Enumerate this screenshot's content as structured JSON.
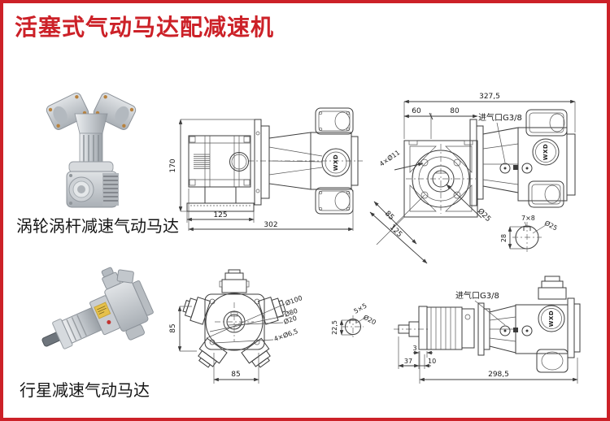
{
  "header": {
    "title": "活塞式气动马达配减速机"
  },
  "colors": {
    "accent": "#cc2128",
    "drawing_line": "#3c3c3c"
  },
  "products": {
    "worm": {
      "caption": "涡轮涡杆减速气动马达",
      "photo": "worm-gear-motor-photo"
    },
    "planet": {
      "caption": "行星减速气动马达",
      "photo": "planetary-motor-photo"
    }
  },
  "drawings": {
    "worm_side": {
      "height": "170",
      "base_width": "125",
      "overall_length": "302",
      "logo": "WXD"
    },
    "worm_top": {
      "overall_length": "327,5",
      "seg_a": "60",
      "seg_b": "80",
      "port": "进气口G3/8",
      "holes": "4×Ø11",
      "diag_inner": "85",
      "diag_outer": "125",
      "shaft_dia": "Ø25",
      "shaft_flat": "28",
      "keyway": "7×8",
      "key_dia": "Ø25",
      "logo": "WXD"
    },
    "radial_front": {
      "body_height": "85",
      "body_width": "85",
      "dia_outer": "Ø100",
      "dia_bolt": "Ø80",
      "dia_shaft": "Ø20",
      "holes": "4×Ø6,5",
      "shaft_flat": "22,5",
      "keyway": "5×5",
      "key_dia": "Ø20"
    },
    "planet_side": {
      "dim_lip": "3",
      "dim_shaft": "37",
      "dim_step": "10",
      "overall_length": "298,5",
      "port": "进气口G3/8",
      "logo": "WXD"
    }
  }
}
